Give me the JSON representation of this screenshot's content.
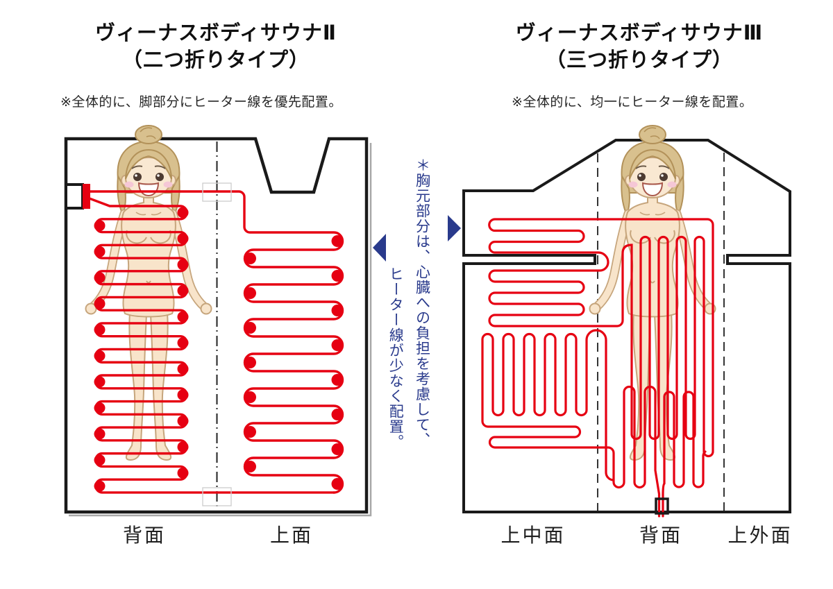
{
  "left_panel": {
    "title": "ヴィーナスボディサウナⅡ",
    "subtitle": "（二つ折りタイプ）",
    "note": "※全体的に、脚部分にヒーター線を優先配置。",
    "labels": [
      "背面",
      "上面"
    ]
  },
  "right_panel": {
    "title": "ヴィーナスボディサウナⅢ",
    "subtitle": "（三つ折りタイプ）",
    "note": "※全体的に、均一にヒーター線を配置。",
    "labels": [
      "上中面",
      "背面",
      "上外面"
    ]
  },
  "center_annotation": {
    "line1": "＊胸元部分は、心臓への負担を考慮して、",
    "line2": "ヒーター線が少なく配置。"
  },
  "colors": {
    "heater_red": "#e60012",
    "annotation_blue": "#293a8c",
    "outline_black": "#1a1a1a"
  },
  "icons": {
    "left_arrow": "triangle-pointing-left",
    "right_arrow": "triangle-pointing-right"
  }
}
